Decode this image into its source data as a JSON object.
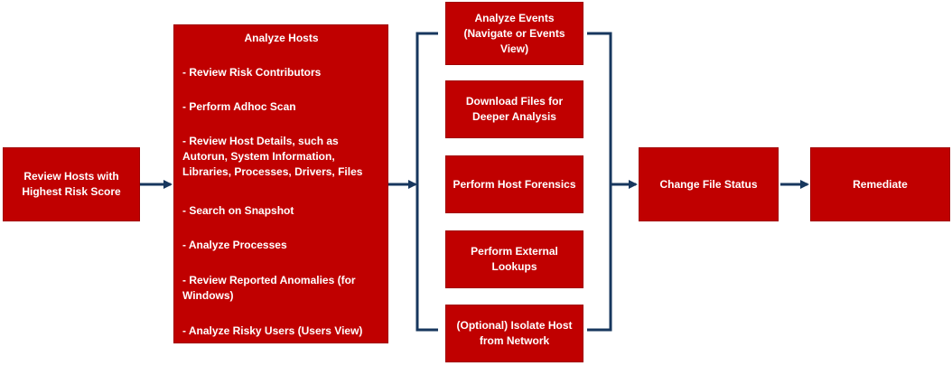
{
  "review_hosts": "Review Hosts with Highest Risk Score",
  "analyze_hosts": {
    "title": "Analyze Hosts",
    "items": [
      "- Review Risk Contributors",
      "- Perform Adhoc Scan",
      "- Review Host Details, such as Autorun, System Information, Libraries, Processes, Drivers, Files",
      "- Search on Snapshot",
      "- Analyze Processes",
      "- Review Reported Anomalies (for Windows)",
      "- Analyze Risky Users (Users View)"
    ]
  },
  "parallel_steps": [
    "Analyze Events (Navigate or Events View)",
    "Download Files for Deeper Analysis",
    "Perform Host Forensics",
    "Perform External Lookups",
    "(Optional) Isolate Host from Network"
  ],
  "change_file_status": "Change File Status",
  "remediate": "Remediate",
  "colors": {
    "box_fill": "#c00000",
    "box_text": "#ffffff",
    "connector": "#17375e"
  }
}
